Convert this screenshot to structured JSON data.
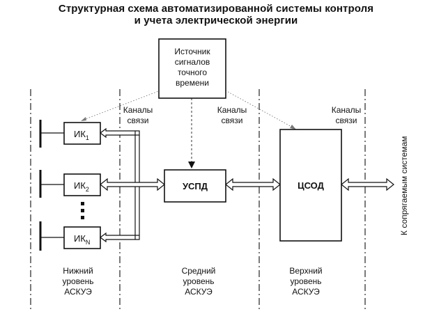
{
  "title": {
    "line1": "Структурная схема автоматизированной системы контроля",
    "line2": "и учета электрической энергии"
  },
  "source_block": {
    "lines": [
      "Источник",
      "сигналов",
      "точного",
      "времени"
    ]
  },
  "channels_label": {
    "line1": "Каналы",
    "line2": "связи"
  },
  "ik_blocks": [
    {
      "base": "ИК",
      "sub": "1"
    },
    {
      "base": "ИК",
      "sub": "2"
    },
    {
      "base": "ИК",
      "sub": "N"
    }
  ],
  "uspd_label": "УСПД",
  "tssod_label": "ЦСОД",
  "external_label": "К сопрягаемым системам",
  "levels": {
    "lower": [
      "Нижний",
      "уровень",
      "АСКУЭ"
    ],
    "middle": [
      "Средний",
      "уровень",
      "АСКУЭ"
    ],
    "upper": [
      "Верхний",
      "уровень",
      "АСКУЭ"
    ]
  }
}
